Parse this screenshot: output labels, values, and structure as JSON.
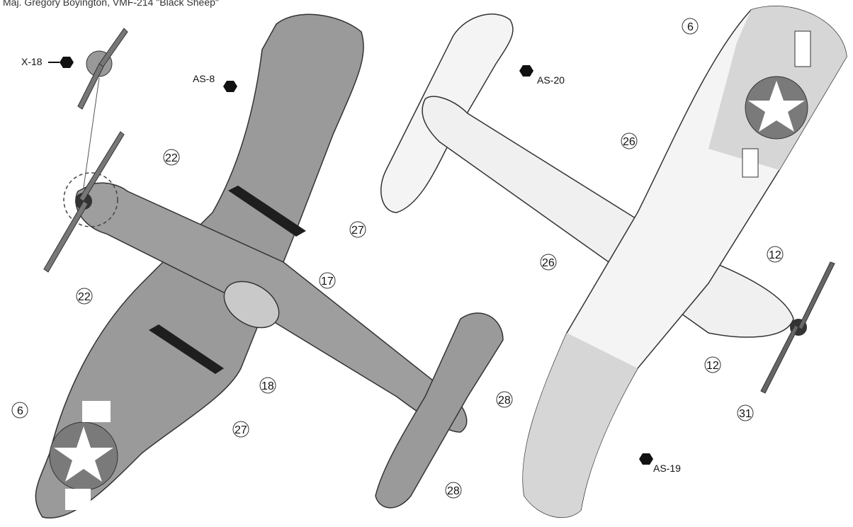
{
  "title": "Maj. Gregory Boyington, VMF-214 \"Black Sheep\"",
  "codes": {
    "propeller": "X-18",
    "top_view": "AS-8",
    "bottom_view_wing": "AS-19",
    "bottom_view_tail": "AS-20"
  },
  "callouts": {
    "top_view": [
      "22",
      "27",
      "17",
      "22",
      "18",
      "6",
      "27",
      "28",
      "28"
    ],
    "bottom_view": [
      "6",
      "26",
      "12",
      "26",
      "12",
      "31"
    ]
  },
  "colors": {
    "gray_paint": "#9a9a9a",
    "dark_stripe": "#1e1e1e",
    "white_underside": "#f4f4f4",
    "outline": "#333333"
  }
}
